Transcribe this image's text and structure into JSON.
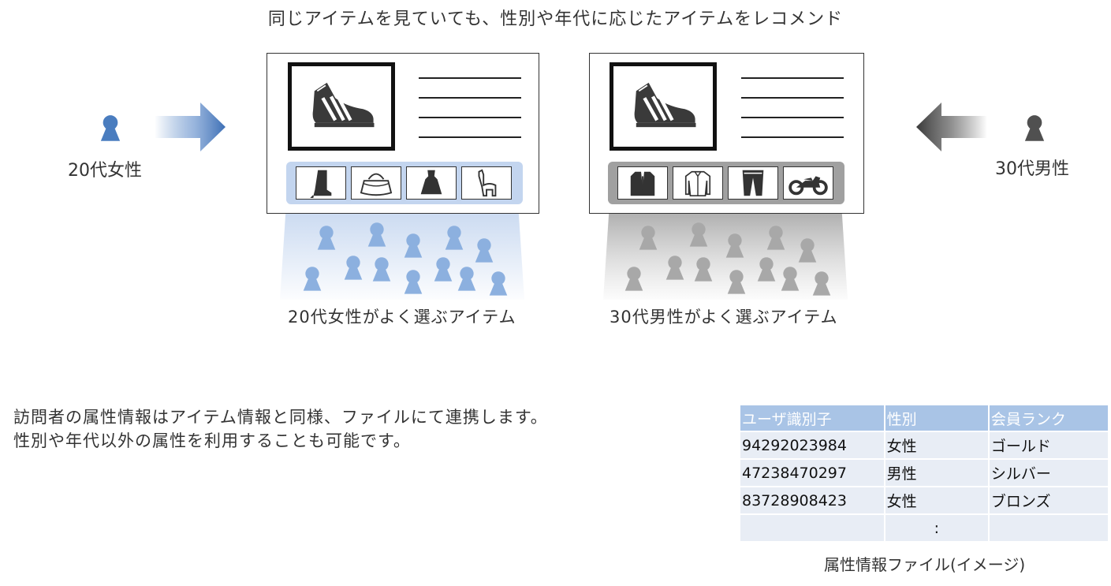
{
  "title": "同じアイテムを見ていても、性別や年代に応じたアイテムをレコメンド",
  "left_user": {
    "label": "20代女性",
    "icon": "person-icon",
    "color": "#4a7dbf"
  },
  "right_user": {
    "label": "30代男性",
    "icon": "person-icon",
    "color": "#505050"
  },
  "left_card": {
    "main_icon": "sneaker-icon",
    "thumbs": [
      "boot-icon",
      "handbag-icon",
      "dress-icon",
      "alpaca-icon"
    ],
    "caption": "20代女性がよく選ぶアイテム",
    "accent": "#c3d5ef",
    "crowd_color": "#8cb0df"
  },
  "right_card": {
    "main_icon": "sneaker-icon",
    "thumbs": [
      "suit-jacket-icon",
      "shirt-icon",
      "jeans-icon",
      "motorcycle-icon"
    ],
    "caption": "30代男性がよく選ぶアイテム",
    "accent": "#a0a0a0",
    "crowd_color": "#a8a8a8"
  },
  "note": {
    "line1": "訪問者の属性情報はアイテム情報と同様、ファイルにて連携します。",
    "line2": "性別や年代以外の属性を利用することも可能です。"
  },
  "table": {
    "headers": [
      "ユーザ識別子",
      "性別",
      "会員ランク"
    ],
    "rows": [
      [
        "94292023984",
        "女性",
        "ゴールド"
      ],
      [
        "47238470297",
        "男性",
        "シルバー"
      ],
      [
        "83728908423",
        "女性",
        "ブロンズ"
      ],
      [
        "",
        ":",
        ""
      ]
    ],
    "caption": "属性情報ファイル(イメージ)"
  }
}
